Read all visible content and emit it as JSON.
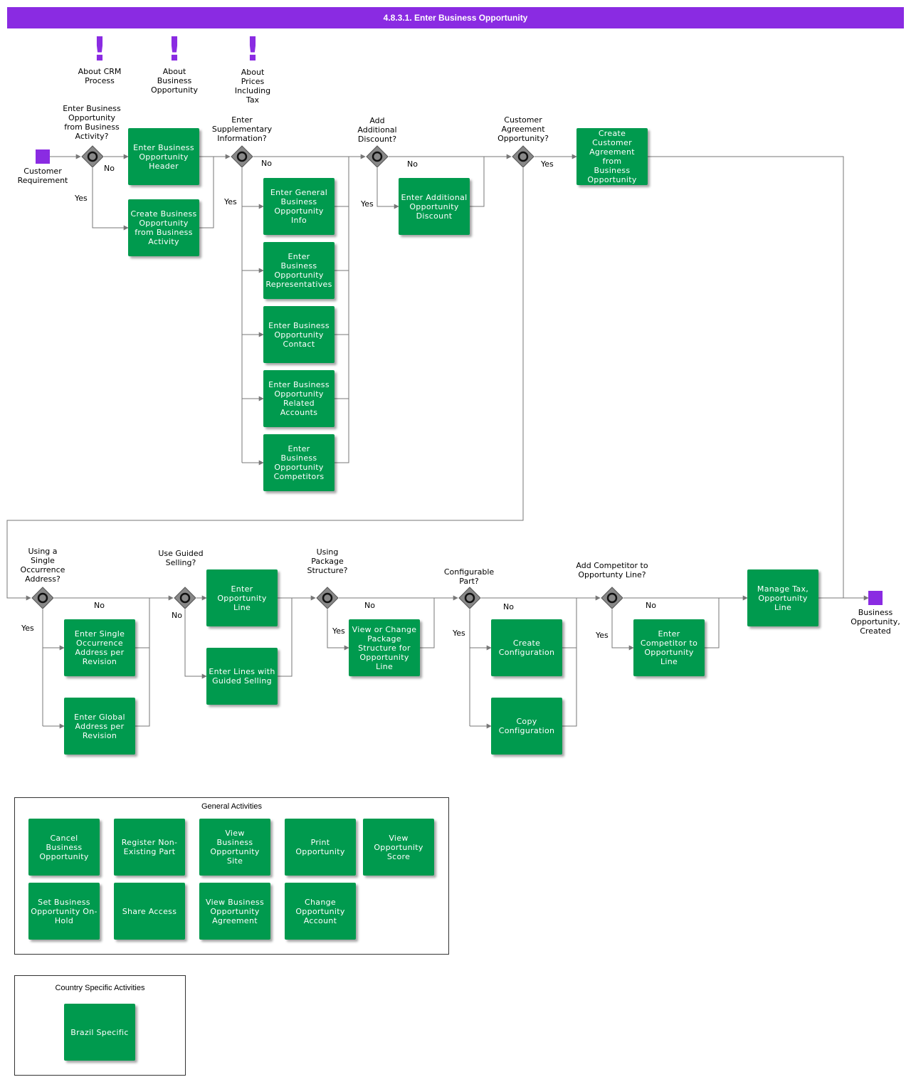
{
  "title": "4.8.3.1. Enter Business Opportunity",
  "colors": {
    "header": "#8a2be2",
    "activity": "#009a4e",
    "event": "#8a2be2",
    "gateway": "#888888",
    "connector": "#777777"
  },
  "notes": [
    "About CRM\nProcess",
    "About\nBusiness\nOpportunity",
    "About\nPrices\nIncluding\nTax"
  ],
  "events": {
    "start": "Customer\nRequirement",
    "end": "Business\nOpportunity,\nCreated"
  },
  "gateways": {
    "from_activity": "Enter Business\nOpportunity\nfrom Business\nActivity?",
    "supplementary": "Enter\nSupplementary\nInformation?",
    "discount": "Add\nAdditional\nDiscount?",
    "agreement": "Customer\nAgreement\nOpportunity?",
    "single_address": "Using a\nSingle\nOccurrence\nAddress?",
    "guided": "Use Guided\nSelling?",
    "package": "Using\nPackage\nStructure?",
    "configurable": "Configurable\nPart?",
    "competitor": "Add Competitor to\nOpportunty Line?"
  },
  "branch_labels": {
    "yes": "Yes",
    "no": "No"
  },
  "activities": {
    "header": "Enter Business\nOpportunity\nHeader",
    "from_activity": "Create Business\nOpportunity\nfrom Business\nActivity",
    "general_info": "Enter General\nBusiness\nOpportunity\nInfo",
    "representatives": "Enter\nBusiness\nOpportunity\nRepresentatives",
    "contact": "Enter Business\nOpportunity\nContact",
    "related_accounts": "Enter Business\nOpportunity\nRelated\nAccounts",
    "competitors": "Enter\nBusiness\nOpportunity\nCompetitors",
    "additional_discount": "Enter Additional\nOpportunity\nDiscount",
    "customer_agreement": "Create\nCustomer\nAgreement from\nBusiness\nOpportunity",
    "single_address": "Enter Single\nOccurrence\nAddress per\nRevision",
    "global_address": "Enter Global\nAddress per\nRevision",
    "opportunity_line": "Enter\nOpportunity\nLine",
    "guided_selling": "Enter Lines with\nGuided Selling",
    "package_structure": "View or Change\nPackage\nStructure for\nOpportunity Line",
    "create_config": "Create\nConfiguration",
    "copy_config": "Copy\nConfiguration",
    "competitor_line": "Enter\nCompetitor to\nOpportunity Line",
    "manage_tax": "Manage Tax,\nOpportunity Line"
  },
  "general_activities": {
    "title": "General Activities",
    "items": [
      "Cancel\nBusiness\nOpportunity",
      "Register Non-\nExisting Part",
      "View\nBusiness\nOpportunity\nSite",
      "Print\nOpportunity",
      "View\nOpportunity\nScore",
      "Set Business\nOpportunity On-\nHold",
      "Share Access",
      "View Business\nOpportunity\nAgreement",
      "Change\nOpportunity\nAccount"
    ]
  },
  "country_activities": {
    "title": "Country Specific Activities",
    "items": [
      "Brazil Specific"
    ]
  }
}
